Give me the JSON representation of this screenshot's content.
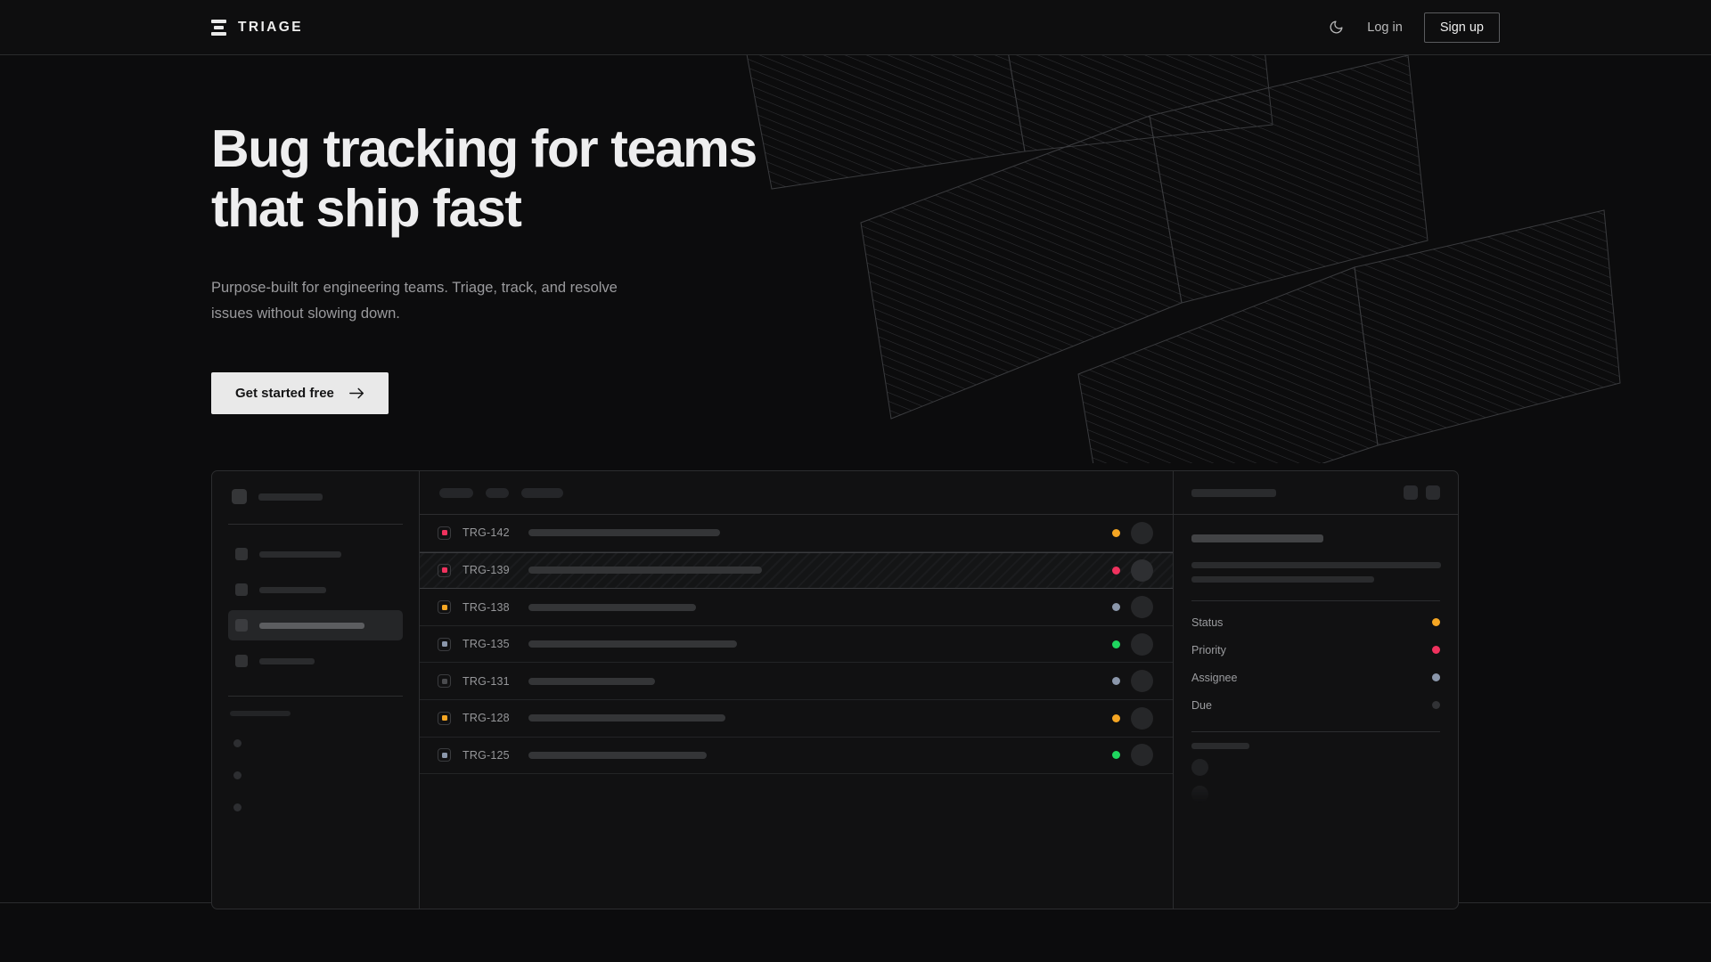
{
  "header": {
    "brand": "TRIAGE",
    "brand_icon": "three-bars-logo-icon",
    "theme_toggle_icon": "moon-icon",
    "login_label": "Log in",
    "signup_label": "Sign up"
  },
  "hero": {
    "heading_line1": "Bug tracking for teams",
    "heading_line2": "that ship fast",
    "subtext": "Purpose-built for engineering teams. Triage, track, and resolve issues without slowing down.",
    "cta_label": "Get started free",
    "cta_icon": "arrow-right-icon"
  },
  "app_mock": {
    "sidebar": {
      "workspace_skeleton_width": 72,
      "nav_items": [
        {
          "label_width": 92,
          "active": false
        },
        {
          "label_width": 75,
          "active": false
        },
        {
          "label_width": 118,
          "active": true
        },
        {
          "label_width": 62,
          "active": false
        }
      ],
      "section_label_width": 68,
      "mini_items": 3
    },
    "list": {
      "toolbar_chips": [
        38,
        26,
        47
      ],
      "rows": [
        {
          "id": "TRG-142",
          "priority_color": "#f0325e",
          "priority_filled": true,
          "title_width": 215,
          "status_color": "#f5a623",
          "selected": false
        },
        {
          "id": "TRG-139",
          "priority_color": "#f0325e",
          "priority_filled": true,
          "title_width": 262,
          "status_color": "#f0325e",
          "selected": true
        },
        {
          "id": "TRG-138",
          "priority_color": "#f5a623",
          "priority_filled": true,
          "title_width": 188,
          "status_color": "#8b97ab",
          "selected": false
        },
        {
          "id": "TRG-135",
          "priority_color": "#8b97ab",
          "priority_filled": true,
          "title_width": 234,
          "status_color": "#1fd65f",
          "selected": false
        },
        {
          "id": "TRG-131",
          "priority_color": "#4a4b4e",
          "priority_filled": true,
          "title_width": 142,
          "status_color": "#8b97ab",
          "selected": false
        },
        {
          "id": "TRG-128",
          "priority_color": "#f5a623",
          "priority_filled": true,
          "title_width": 221,
          "status_color": "#f5a623",
          "selected": false
        },
        {
          "id": "TRG-125",
          "priority_color": "#8b97ab",
          "priority_filled": true,
          "title_width": 200,
          "status_color": "#1fd65f",
          "selected": false
        }
      ]
    },
    "detail": {
      "header_skeleton_width": 95,
      "header_icons": [
        "square-icon-1",
        "square-icon-2"
      ],
      "title_skeleton_width": 148,
      "body_skeleton_widths": [
        280,
        205
      ],
      "meta": [
        {
          "label": "Status",
          "value_color": "#f5a623"
        },
        {
          "label": "Priority",
          "value_color": "#f0325e"
        },
        {
          "label": "Assignee",
          "value_color": "#8b97ab"
        },
        {
          "label": "Due",
          "value_color": "#313235"
        }
      ],
      "footer_label_width": 65,
      "footer_avatars": 2
    }
  },
  "colors": {
    "page_bg": "#0c0c0d",
    "header_bg": "#0e0e0f",
    "panel_bg": "#111112",
    "border": "#2c2d2f",
    "text_primary": "#eeeeef",
    "text_muted": "#9a9a9d",
    "cta_bg": "#e9e9e9",
    "accent_orange": "#f5a623",
    "accent_pink": "#f0325e",
    "accent_green": "#1fd65f",
    "accent_slate": "#8b97ab"
  }
}
